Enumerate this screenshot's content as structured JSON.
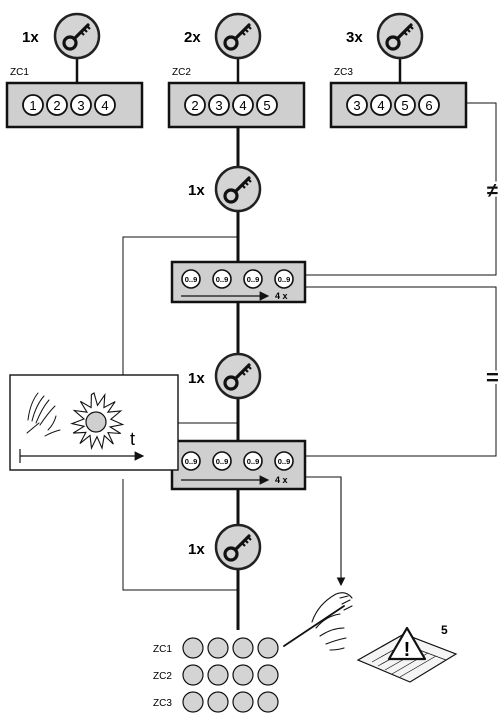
{
  "top_steps": [
    {
      "count": "1x",
      "zone": "ZC1",
      "digits": [
        "1",
        "2",
        "3",
        "4"
      ]
    },
    {
      "count": "2x",
      "zone": "ZC2",
      "digits": [
        "2",
        "3",
        "4",
        "5"
      ]
    },
    {
      "count": "3x",
      "zone": "ZC3",
      "digits": [
        "3",
        "4",
        "5",
        "6"
      ]
    }
  ],
  "key_press_label": "1x",
  "digit_range": "0..9",
  "repeat_label": "4 x",
  "not_equal_symbol": "≠",
  "equal_symbol": "=",
  "timer_label": "t",
  "warning_page": "5",
  "result_rows": [
    "ZC1",
    "ZC2",
    "ZC3"
  ]
}
